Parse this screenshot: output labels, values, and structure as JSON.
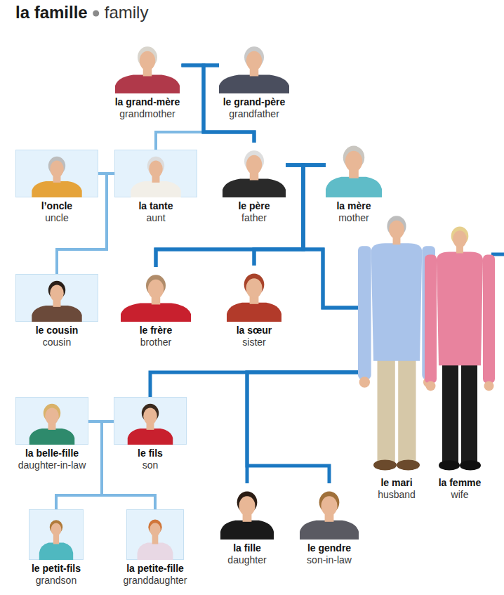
{
  "diagram": {
    "title": "la famille",
    "nodes": [
      {
        "text": [
          "la grand-mère",
          "grandmother"
        ]
      },
      {
        "text": [
          "le grand-père",
          "grandfather"
        ]
      },
      {
        "text": [
          "l’oncle",
          "uncle"
        ]
      },
      {
        "text": [
          "la tante",
          "aunt"
        ]
      },
      {
        "text": [
          "le père",
          "father"
        ]
      },
      {
        "text": [
          "la mère",
          "mother"
        ]
      },
      {
        "text": [
          "le cousin",
          "cousin"
        ]
      },
      {
        "text": [
          "le frère",
          "brother"
        ]
      },
      {
        "text": [
          "la sœur",
          "sister"
        ]
      },
      {
        "text": [
          "le mari",
          "husband"
        ]
      },
      {
        "text": [
          "la femme",
          "wife"
        ]
      },
      {
        "text": [
          "la belle-fille",
          "daughter-in-law"
        ]
      },
      {
        "text": [
          "le fils",
          "son"
        ]
      },
      {
        "text": [
          "la fille",
          "daughter"
        ]
      },
      {
        "text": [
          "le gendre",
          "son-in-law"
        ]
      },
      {
        "text": [
          "le petit-fils",
          "grandson"
        ]
      },
      {
        "text": [
          "la petite-fille",
          "granddaughter"
        ]
      }
    ],
    "edges": [
      {
        "from": 0,
        "to": 1,
        "arrow": "none"
      },
      {
        "from": 0,
        "to": 3,
        "arrow": "none"
      },
      {
        "from": 1,
        "to": 3,
        "arrow": "none"
      },
      {
        "from": 0,
        "to": 4,
        "arrow": "none"
      },
      {
        "from": 1,
        "to": 4,
        "arrow": "none"
      },
      {
        "from": 2,
        "to": 3,
        "arrow": "none"
      },
      {
        "from": 2,
        "to": 6,
        "arrow": "none"
      },
      {
        "from": 3,
        "to": 6,
        "arrow": "none"
      },
      {
        "from": 4,
        "to": 5,
        "arrow": "none"
      },
      {
        "from": 4,
        "to": 7,
        "arrow": "none"
      },
      {
        "from": 4,
        "to": 8,
        "arrow": "none"
      },
      {
        "from": 4,
        "to": 9,
        "arrow": "none"
      },
      {
        "from": 5,
        "to": 7,
        "arrow": "none"
      },
      {
        "from": 5,
        "to": 8,
        "arrow": "none"
      },
      {
        "from": 5,
        "to": 9,
        "arrow": "none"
      },
      {
        "from": 9,
        "to": 12,
        "arrow": "none"
      },
      {
        "from": 9,
        "to": 13,
        "arrow": "none"
      },
      {
        "from": 9,
        "to": 14,
        "arrow": "none"
      },
      {
        "from": 11,
        "to": 12,
        "arrow": "none"
      },
      {
        "from": 11,
        "to": 15,
        "arrow": "none"
      },
      {
        "from": 11,
        "to": 16,
        "arrow": "none"
      },
      {
        "from": 12,
        "to": 15,
        "arrow": "none"
      },
      {
        "from": 12,
        "to": 16,
        "arrow": "none"
      }
    ],
    "labels": [
      "family"
    ]
  }
}
